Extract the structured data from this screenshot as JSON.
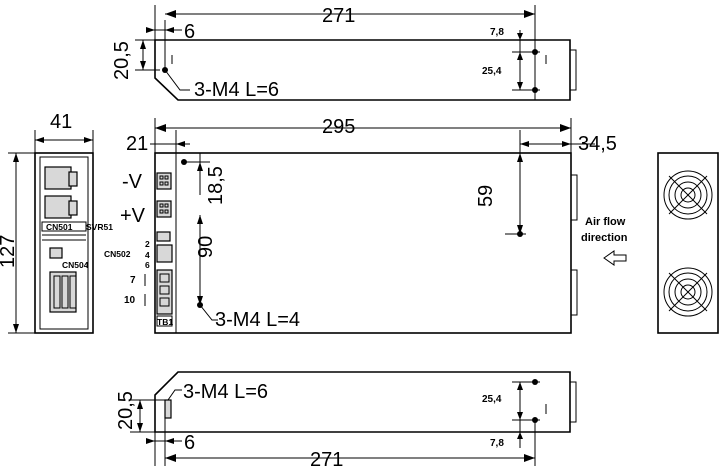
{
  "top_view": {
    "dim_length": "271",
    "dim_offset": "6",
    "dim_height": "20,5",
    "screw_label": "3-M4 L=6",
    "dim_right_offset": "7,8",
    "dim_right_spacing": "25,4"
  },
  "side_view": {
    "dim_width": "41",
    "dim_height": "127",
    "cn501_label": "CN501",
    "svr51_label": "SVR51",
    "cn504_label": "CN504"
  },
  "front_view": {
    "dim_length": "295",
    "dim_left": "21",
    "dim_right": "34,5",
    "dim_vertical_1": "18,5",
    "dim_vertical_2": "90",
    "dim_vertical_3": "59",
    "screw_label": "3-M4 L=4",
    "minus_v_label": "-V",
    "plus_v_label": "+V",
    "cn502_label": "CN502",
    "cn502_pins": [
      "2",
      "4",
      "6"
    ],
    "pin_7_label": "7",
    "pin_10_label": "10",
    "tb1_label": "TB1",
    "air_flow_line1": "Air flow",
    "air_flow_line2": "direction"
  },
  "bottom_view": {
    "dim_length": "271",
    "dim_offset": "6",
    "dim_height": "20,5",
    "screw_label": "3-M4 L=6",
    "dim_right_offset": "7,8",
    "dim_right_spacing": "25,4"
  },
  "fan_view": {
    "fan_count": 2
  }
}
